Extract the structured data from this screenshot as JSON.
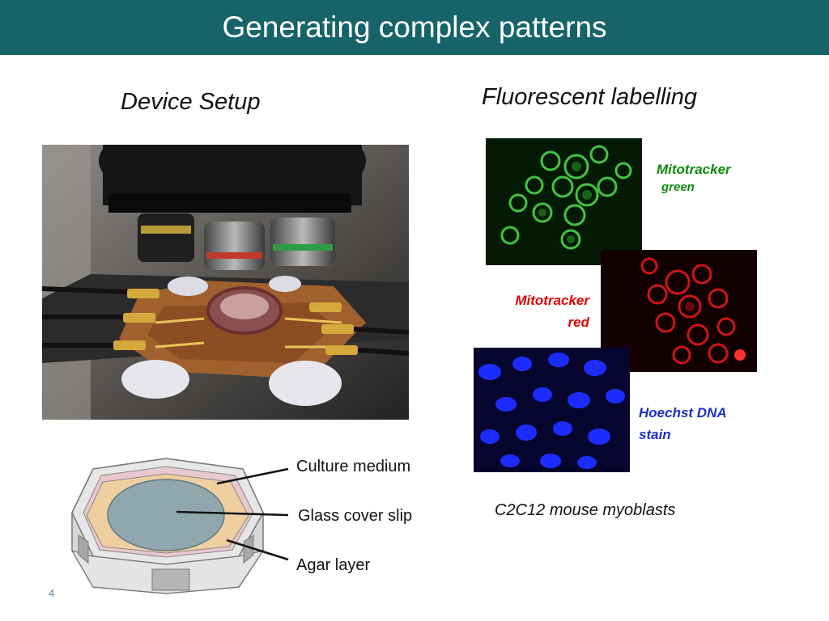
{
  "slide": {
    "title": "Generating complex patterns",
    "number": "4"
  },
  "device_setup": {
    "heading": "Device Setup",
    "diagram_labels": {
      "culture_medium": "Culture medium",
      "glass_cover_slip": "Glass cover slip",
      "agar_layer": "Agar layer"
    }
  },
  "fluorescent": {
    "heading": "Fluorescent labelling",
    "green_label_line1": "Mitotracker",
    "green_label_line2": "green",
    "red_label_line1": "Mitotracker",
    "red_label_line2": "red",
    "blue_label_line1": "Hoechst DNA",
    "blue_label_line2": "stain",
    "caption": "C2C12 mouse myoblasts"
  },
  "colors": {
    "title_bar": "#17636a",
    "green_label": "#0f8a0f",
    "red_label": "#e00000",
    "blue_label": "#1f2fc4"
  }
}
